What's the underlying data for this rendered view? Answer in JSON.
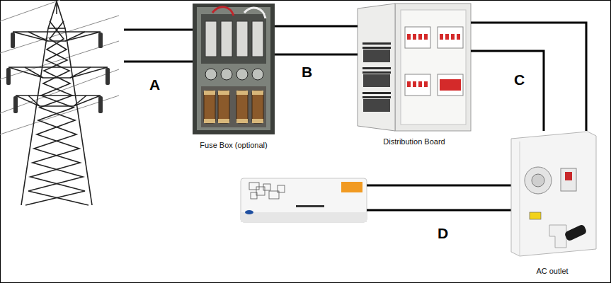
{
  "diagram": {
    "nodes": [
      {
        "text": [
          "Fuse Box (optional)"
        ]
      },
      {
        "text": [
          "Distribution Board"
        ]
      },
      {
        "text": [
          "AC outlet"
        ]
      }
    ],
    "edges": [
      {
        "from": 0,
        "to": 1,
        "arrow": "none",
        "label": "B"
      },
      {
        "from": 0,
        "to": 1,
        "arrow": "none"
      },
      {
        "from": 1,
        "to": 2,
        "arrow": "none",
        "label": "C"
      },
      {
        "from": 1,
        "to": 2,
        "arrow": "none"
      }
    ],
    "labels": [
      "A",
      "D"
    ]
  }
}
